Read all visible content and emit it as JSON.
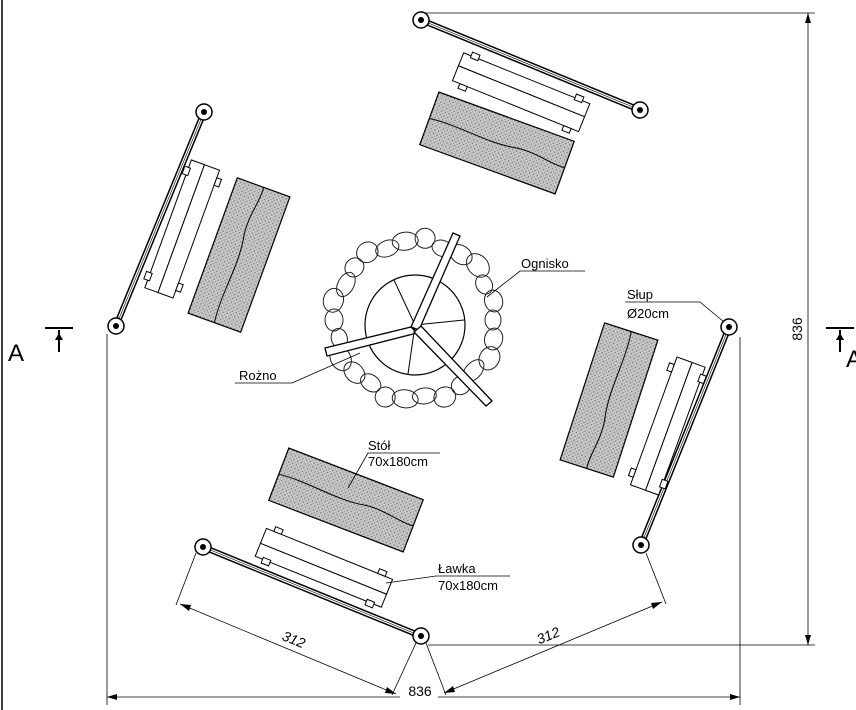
{
  "labels": {
    "fire": "Ognisko",
    "spit": "Rożno",
    "post_name": "Słup",
    "post_size": "Ø20cm",
    "table_name": "Stół",
    "table_size": "70x180cm",
    "bench_name": "Ławka",
    "bench_size": "70x180cm",
    "section_mark_left": "A",
    "section_mark_right": "A"
  },
  "dimensions": {
    "overall_width": "836",
    "overall_height": "836",
    "side_left": "312",
    "side_right": "312"
  },
  "colors": {
    "line": "#000000",
    "hatch_fill": "#b4b4b4",
    "background": "#ffffff"
  }
}
